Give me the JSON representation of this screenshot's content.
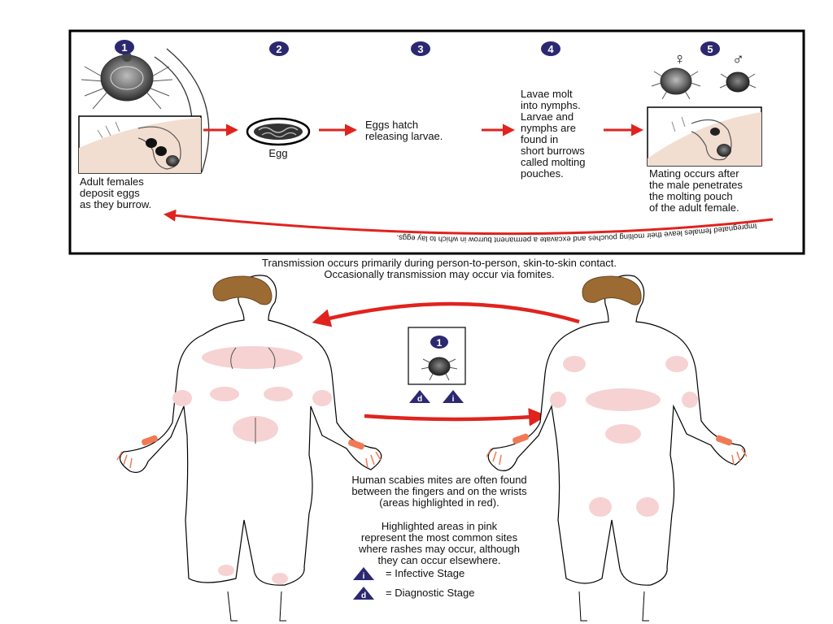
{
  "colors": {
    "arrow": "#e0231e",
    "badge": "#2c2870",
    "pink": "#f6d2d3",
    "wrist": "#f07a53",
    "hair": "#9c6b33",
    "frame": "#000000"
  },
  "stages": [
    {
      "number": "1",
      "caption": [
        "Adult females",
        "deposit eggs",
        "as they burrow."
      ]
    },
    {
      "number": "2",
      "caption": [
        "Egg"
      ]
    },
    {
      "number": "3",
      "caption": [
        "Eggs hatch",
        "releasing larvae."
      ]
    },
    {
      "number": "4",
      "caption": [
        "Lavae molt",
        "into nymphs.",
        "Larvae and",
        "nymphs are",
        "found in",
        "short burrows",
        "called molting",
        "pouches."
      ]
    },
    {
      "number": "5",
      "caption": [
        "Mating occurs after",
        "the male penetrates",
        "the molting pouch",
        "of the adult female."
      ]
    }
  ],
  "sex_symbols": {
    "female": "♀",
    "male": "♂"
  },
  "return_arrow_text": "Impregnated females leave their molting pouches and excavate a permanent burrow in which to lay eggs.",
  "transmission": [
    "Transmission occurs primarily during person-to-person, skin-to-skin contact.",
    "Occasionally transmission may occur via fomites."
  ],
  "center_box": {
    "number": "1",
    "stage_letters": [
      "d",
      "i"
    ]
  },
  "notes": {
    "wrists": [
      "Human scabies mites are often found",
      "between the fingers and on the wrists",
      "(areas highlighted in red)."
    ],
    "pink": [
      "Highlighted areas in pink",
      "represent the most common sites",
      "where rashes may occur, although",
      "they can occur elsewhere."
    ]
  },
  "legend": [
    {
      "letter": "i",
      "label": "= Infective Stage"
    },
    {
      "letter": "d",
      "label": "= Diagnostic Stage"
    }
  ]
}
